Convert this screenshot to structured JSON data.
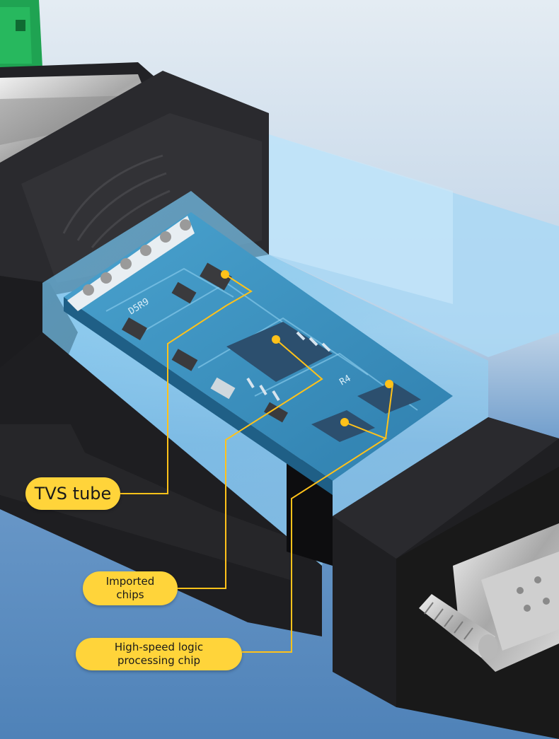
{
  "colors": {
    "background_top": "#dfe8f1",
    "background_bottom": "#4f82b8",
    "callout": "#ffd43a",
    "leader_line": "#ffc21a",
    "pcb": "#3b8cb8",
    "housing": "#1f1f22",
    "terminal_block": "#1fa352"
  },
  "icons": [
    "callout-dot",
    "leader-line"
  ],
  "pcb_silkscreen": {
    "label_d5r9": "D5R9",
    "label_r4": "R4"
  },
  "callouts": {
    "tvs_tube": "TVS tube",
    "imported_chips": "Imported\nchips",
    "logic_chip": "High-speed logic\nprocessing chip"
  }
}
